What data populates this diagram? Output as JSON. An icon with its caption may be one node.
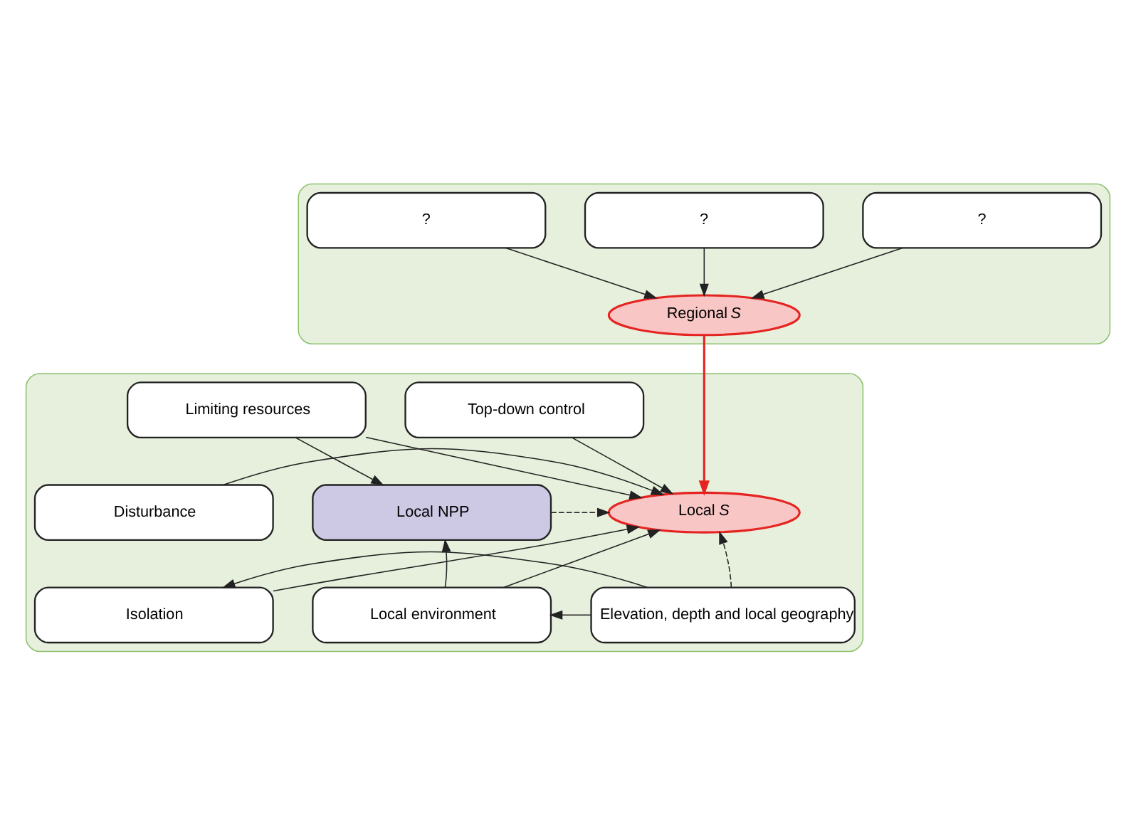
{
  "diagram": {
    "nodes": [
      {
        "text": [],
        "shape": "box"
      },
      {
        "text": [
          "?"
        ],
        "in": 0
      },
      {
        "text": [
          "?"
        ],
        "in": 0
      },
      {
        "text": [
          "?"
        ],
        "in": 0
      },
      {
        "text": [
          "Regional *S*"
        ],
        "in": 0
      },
      {
        "text": [],
        "shape": "box"
      },
      {
        "text": [
          "Top-down control"
        ],
        "in": 5
      },
      {
        "text": [
          "Limiting resources"
        ],
        "in": 5
      },
      {
        "text": [
          "Disturbance"
        ],
        "in": 5
      },
      {
        "text": [
          "Local *S*"
        ],
        "in": 5
      },
      {
        "text": [
          "Local NPP"
        ],
        "in": 5
      },
      {
        "text": [
          "Isolation"
        ],
        "in": 5
      },
      {
        "text": [
          "Elevation, depth and local geography"
        ],
        "in": 5
      },
      {
        "text": [
          "Local environment"
        ],
        "in": 5
      }
    ],
    "edges": [
      {
        "from": 1,
        "to": 4,
        "arrow": "to"
      },
      {
        "from": 2,
        "to": 4,
        "arrow": "to"
      },
      {
        "from": 3,
        "to": 4,
        "arrow": "to"
      },
      {
        "from": 4,
        "to": 9,
        "arrow": "to",
        "color": "#e52421"
      },
      {
        "from": 6,
        "to": 9,
        "arrow": "to"
      },
      {
        "from": 7,
        "to": 9,
        "arrow": "to"
      },
      {
        "from": 7,
        "to": 10,
        "arrow": "to"
      },
      {
        "from": 8,
        "to": 9,
        "arrow": "to"
      },
      {
        "from": 10,
        "to": 9,
        "arrow": "to",
        "style": "dashed"
      },
      {
        "from": 11,
        "to": 9,
        "arrow": "to"
      },
      {
        "from": 12,
        "to": 9,
        "arrow": "to",
        "style": "dashed"
      },
      {
        "from": 12,
        "to": 11,
        "arrow": "to"
      },
      {
        "from": 12,
        "to": 13,
        "arrow": "to"
      },
      {
        "from": 13,
        "to": 9,
        "arrow": "to"
      },
      {
        "from": 13,
        "to": 10,
        "arrow": "to"
      }
    ]
  }
}
